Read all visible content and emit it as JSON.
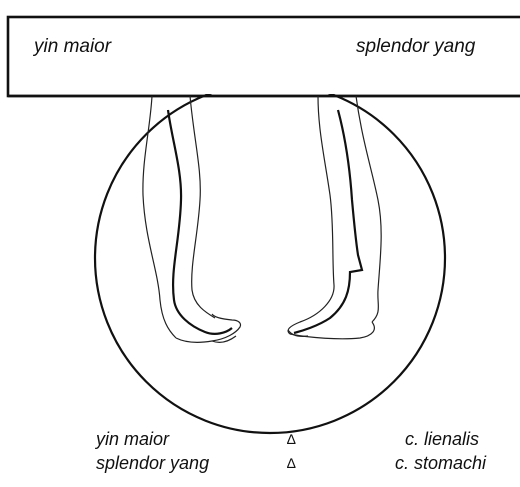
{
  "header": {
    "left_label": "yin maior",
    "right_label": "splendor yang"
  },
  "legend": [
    {
      "name": "yin maior",
      "symbol": "∆",
      "channel": "c. lienalis"
    },
    {
      "name": "splendor yang",
      "symbol": "∆",
      "channel": "c. stomachi"
    }
  ],
  "colors": {
    "line": "#111111",
    "background": "#ffffff"
  }
}
